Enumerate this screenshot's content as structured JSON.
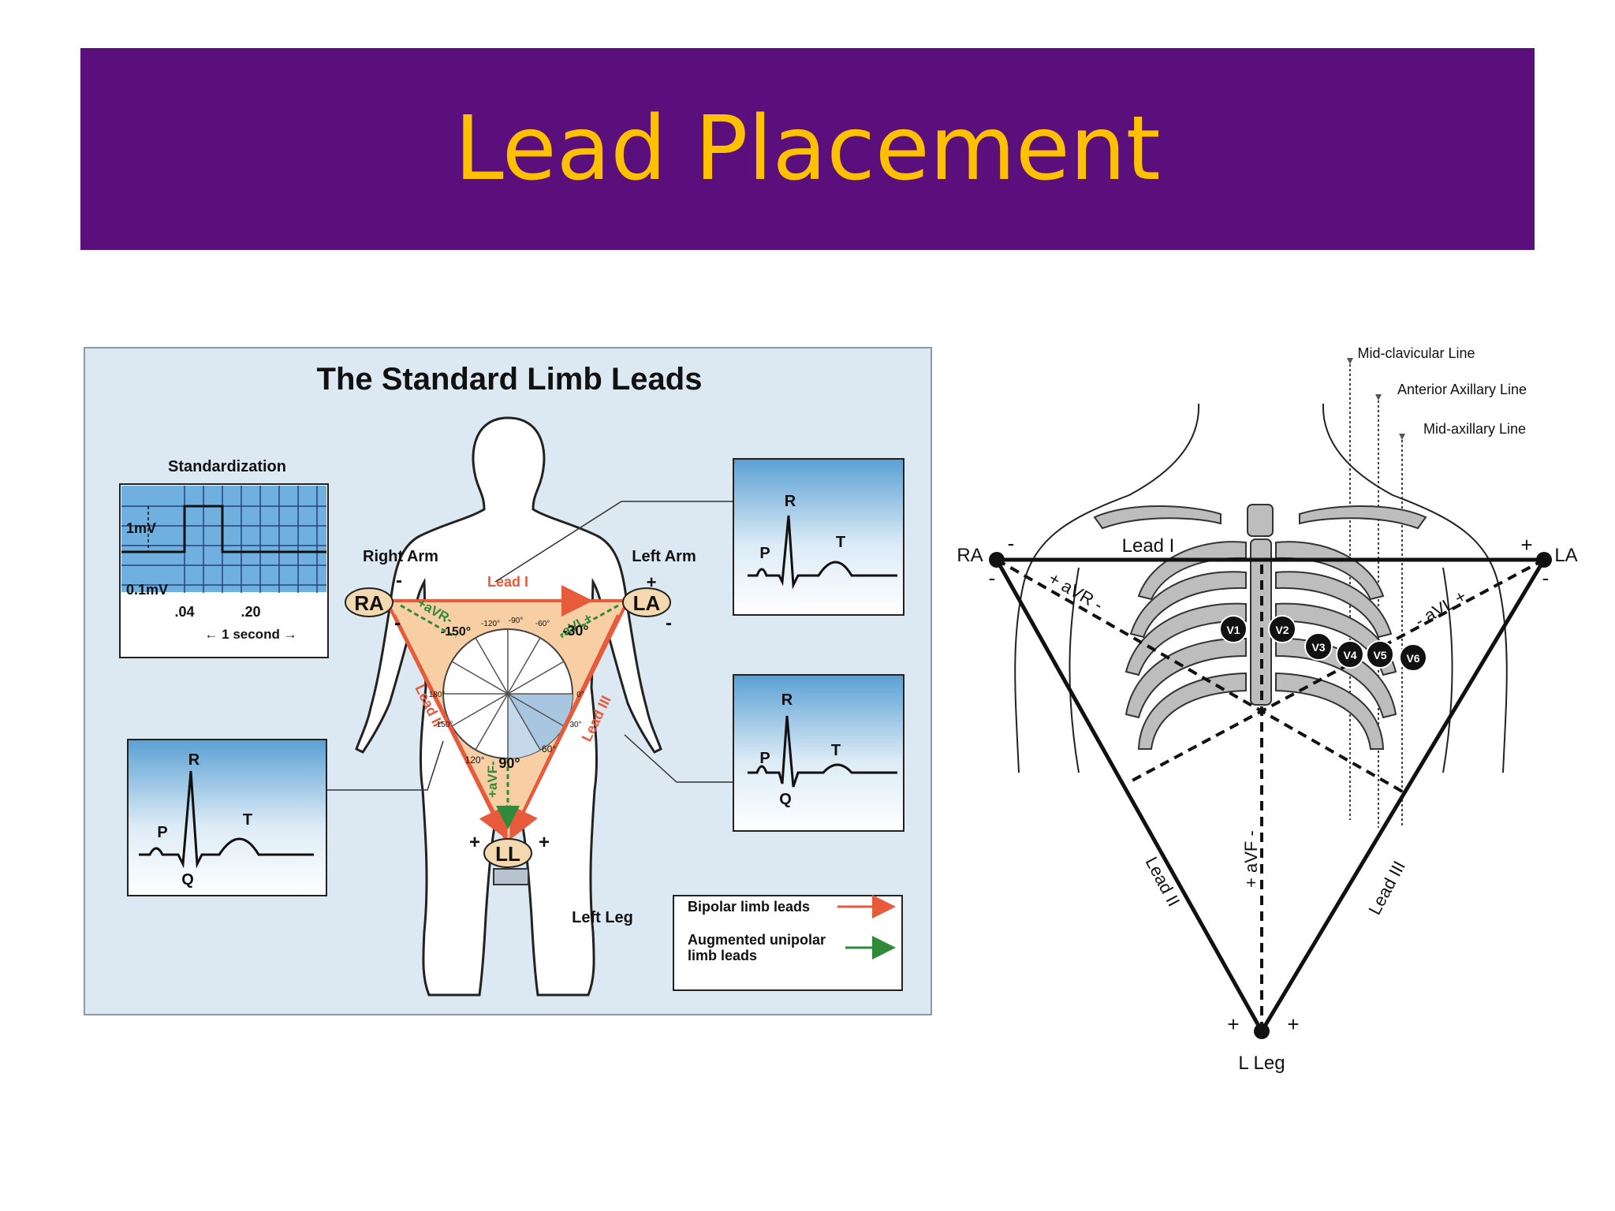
{
  "slide": {
    "title": "Lead Placement"
  },
  "limb": {
    "title": "The Standard Limb Leads",
    "standardization": {
      "title": "Standardization",
      "mv1": "1mV",
      "mv01": "0.1mV",
      "t04": ".04",
      "t20": ".20",
      "sec": "← 1 second →"
    },
    "labels": {
      "right_arm": "Right Arm",
      "left_arm": "Left Arm",
      "left_leg": "Left Leg"
    },
    "electrodes": {
      "ra": "RA",
      "la": "LA",
      "ll": "LL"
    },
    "leads": {
      "lead1": "Lead I",
      "lead2": "Lead II",
      "lead3": "Lead III",
      "avr": "+aVR-",
      "avl": "-aVL+",
      "avf": "+aVF-"
    },
    "signs": {
      "minus": "-",
      "plus": "+"
    },
    "angles": {
      "m150": "-150°",
      "m30": "-30°",
      "p90": "90°",
      "m120": "-120°",
      "m90": "-90°",
      "m60": "-60°",
      "p180": "180°",
      "p0": "0°",
      "p150": "150°",
      "p30": "30°",
      "p120": "120°",
      "p60": "60°"
    },
    "waves": {
      "p": "P",
      "q": "Q",
      "r": "R",
      "t": "T"
    },
    "legend": {
      "bipolar": "Bipolar limb leads",
      "aug1": "Augmented unipolar",
      "aug2": "limb leads"
    },
    "colors": {
      "bipolar": "#e85a3c",
      "augmented": "#2f8a3a",
      "triangle": "#f8cfa4",
      "ecg_bg_top": "#5aa0d4"
    }
  },
  "chest": {
    "lines": {
      "midclavicular": "Mid-clavicular Line",
      "anterior_axillary": "Anterior Axillary Line",
      "midaxillary": "Mid-axillary Line"
    },
    "electrodes": {
      "ra": "RA",
      "la": "LA",
      "lleg": "L Leg"
    },
    "leads": {
      "lead1": "Lead I",
      "lead2": "Lead II",
      "lead3": "Lead III",
      "avr": "+ aVR -",
      "avl": "- aVL +",
      "avf": "+ aVF -"
    },
    "signs": {
      "minus": "-",
      "plus": "+"
    },
    "v": [
      "V1",
      "V2",
      "V3",
      "V4",
      "V5",
      "V6"
    ]
  }
}
